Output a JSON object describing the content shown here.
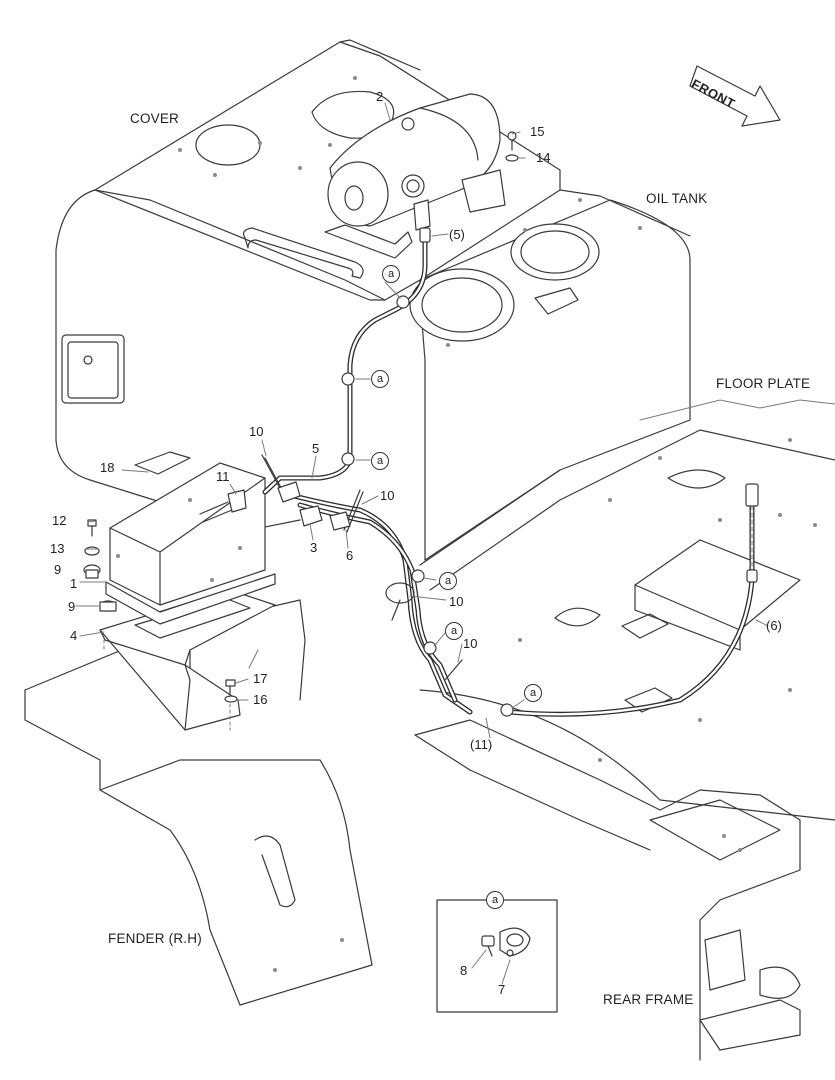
{
  "areas": {
    "cover": "COVER",
    "oil_tank": "OIL TANK",
    "floor_plate": "FLOOR PLATE",
    "fender": "FENDER (R.H)",
    "rear_frame": "REAR FRAME"
  },
  "direction": "FRONT",
  "detail_ref": "a",
  "callouts": {
    "p1": "1",
    "p2": "2",
    "p3": "3",
    "p4": "4",
    "p5": "5",
    "p5b": "(5)",
    "p6": "6",
    "p6b": "(6)",
    "p7": "7",
    "p8": "8",
    "p9a": "9",
    "p9b": "9",
    "p10a": "10",
    "p10b": "10",
    "p10c": "10",
    "p10d": "10",
    "p11": "11",
    "p11b": "(11)",
    "p12": "12",
    "p13": "13",
    "p14": "14",
    "p15": "15",
    "p16": "16",
    "p17": "17",
    "p18": "18"
  },
  "colors": {
    "line": "#3a3a3a",
    "background": "#ffffff"
  }
}
